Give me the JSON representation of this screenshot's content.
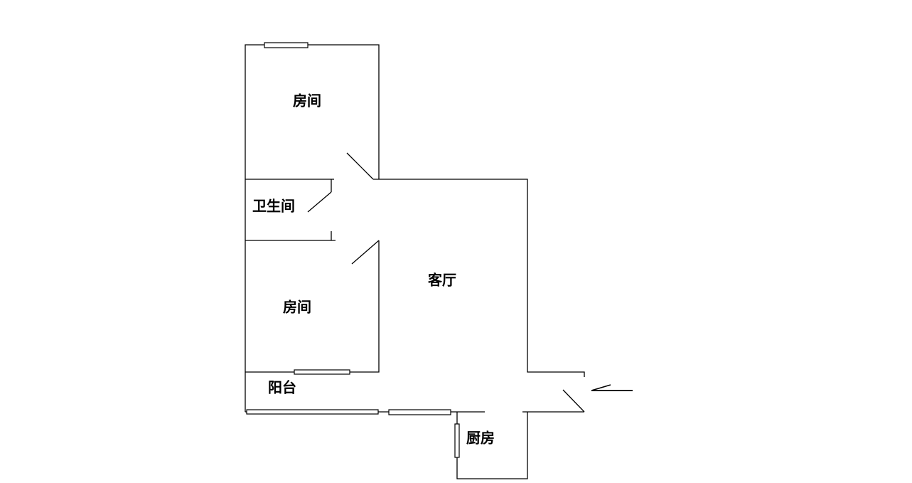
{
  "floorplan": {
    "rooms": {
      "bedroom_top": "房间",
      "bathroom": "卫生间",
      "bedroom_bottom": "房间",
      "living_room": "客厅",
      "balcony": "阳台",
      "kitchen": "厨房"
    }
  }
}
